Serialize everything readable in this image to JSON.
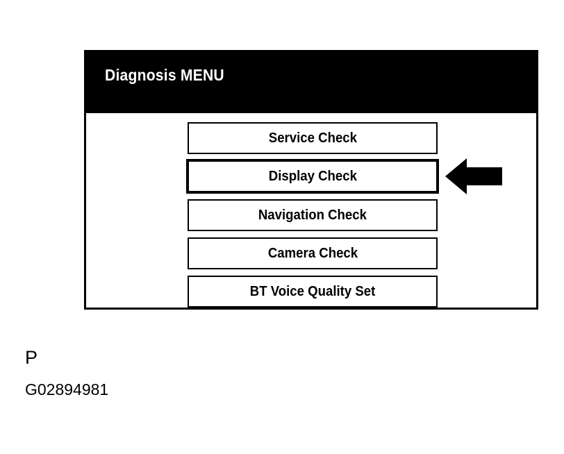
{
  "screen": {
    "header": {
      "title": "Diagnosis MENU",
      "background_color": "#000000",
      "text_color": "#ffffff"
    },
    "menu": {
      "selected_index": 1,
      "items": [
        {
          "label": "Service Check",
          "selected": false
        },
        {
          "label": "Display Check",
          "selected": true
        },
        {
          "label": "Navigation Check",
          "selected": false
        },
        {
          "label": "Camera Check",
          "selected": false
        },
        {
          "label": "BT Voice Quality Set",
          "selected": false
        }
      ]
    },
    "frame_color": "#000000",
    "background_color": "#ffffff"
  },
  "annotation": {
    "arrow_icon": "arrow-left-icon",
    "arrow_color": "#000000",
    "arrow_points_to": "Display Check"
  },
  "caption": {
    "letter": "P",
    "code": "G02894981"
  }
}
